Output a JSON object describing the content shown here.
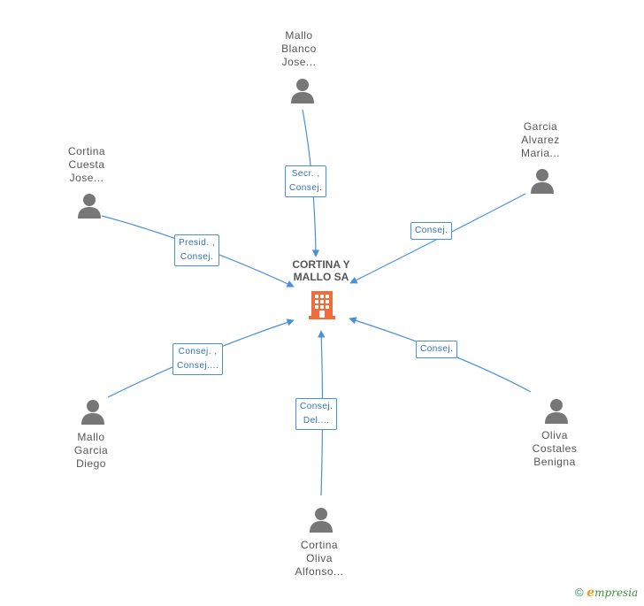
{
  "company": {
    "name_lines": [
      "CORTINA Y",
      "MALLO SA"
    ],
    "color": "#f26b3a"
  },
  "people": [
    {
      "id": "p1",
      "lines": [
        "Mallo",
        "Blanco",
        "Jose..."
      ],
      "role_lines": [
        "Secr. ,",
        "Consej."
      ]
    },
    {
      "id": "p2",
      "lines": [
        "Garcia",
        "Alvarez",
        "Maria..."
      ],
      "role_lines": [
        "Consej."
      ]
    },
    {
      "id": "p3",
      "lines": [
        "Cortina",
        "Cuesta",
        "Jose..."
      ],
      "role_lines": [
        "Presid. ,",
        "Consej."
      ]
    },
    {
      "id": "p4",
      "lines": [
        "Mallo",
        "Garcia",
        "Diego"
      ],
      "role_lines": [
        "Consej. ,",
        "Consej...."
      ]
    },
    {
      "id": "p5",
      "lines": [
        "Cortina",
        "Oliva",
        "Alfonso..."
      ],
      "role_lines": [
        "Consej.",
        "Del...."
      ]
    },
    {
      "id": "p6",
      "lines": [
        "Oliva",
        "Costales",
        "Benigna"
      ],
      "role_lines": [
        "Consej."
      ]
    }
  ],
  "colors": {
    "edge": "#4a90d9",
    "person_icon": "#777777"
  },
  "footer": {
    "copyright_symbol": "©",
    "brand_first": "e",
    "brand_rest": "mpresia"
  }
}
